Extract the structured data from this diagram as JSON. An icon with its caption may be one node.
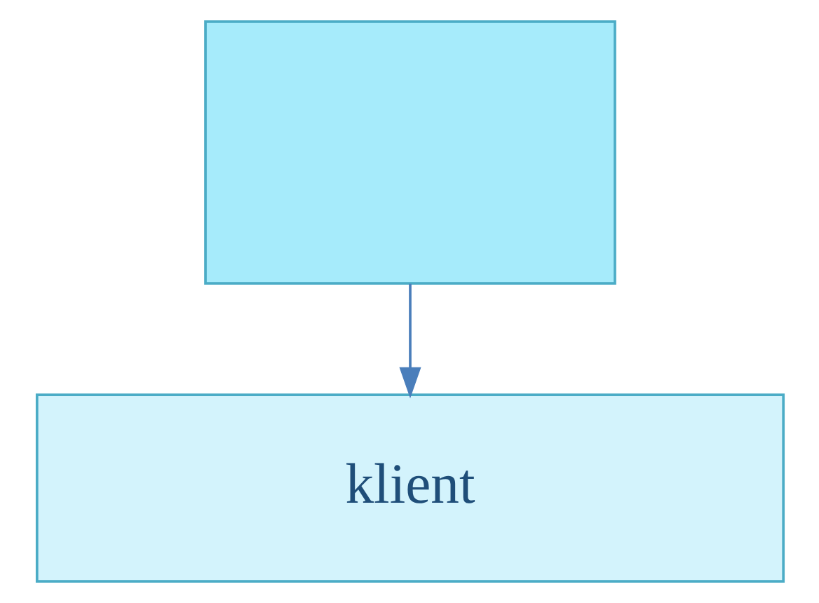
{
  "diagram": {
    "nodes": [
      {
        "text": [],
        "shape": "box"
      },
      {
        "text": [
          "klient"
        ]
      }
    ],
    "edges": [
      {
        "from": 0,
        "to": 1,
        "arrow": "to"
      }
    ]
  }
}
